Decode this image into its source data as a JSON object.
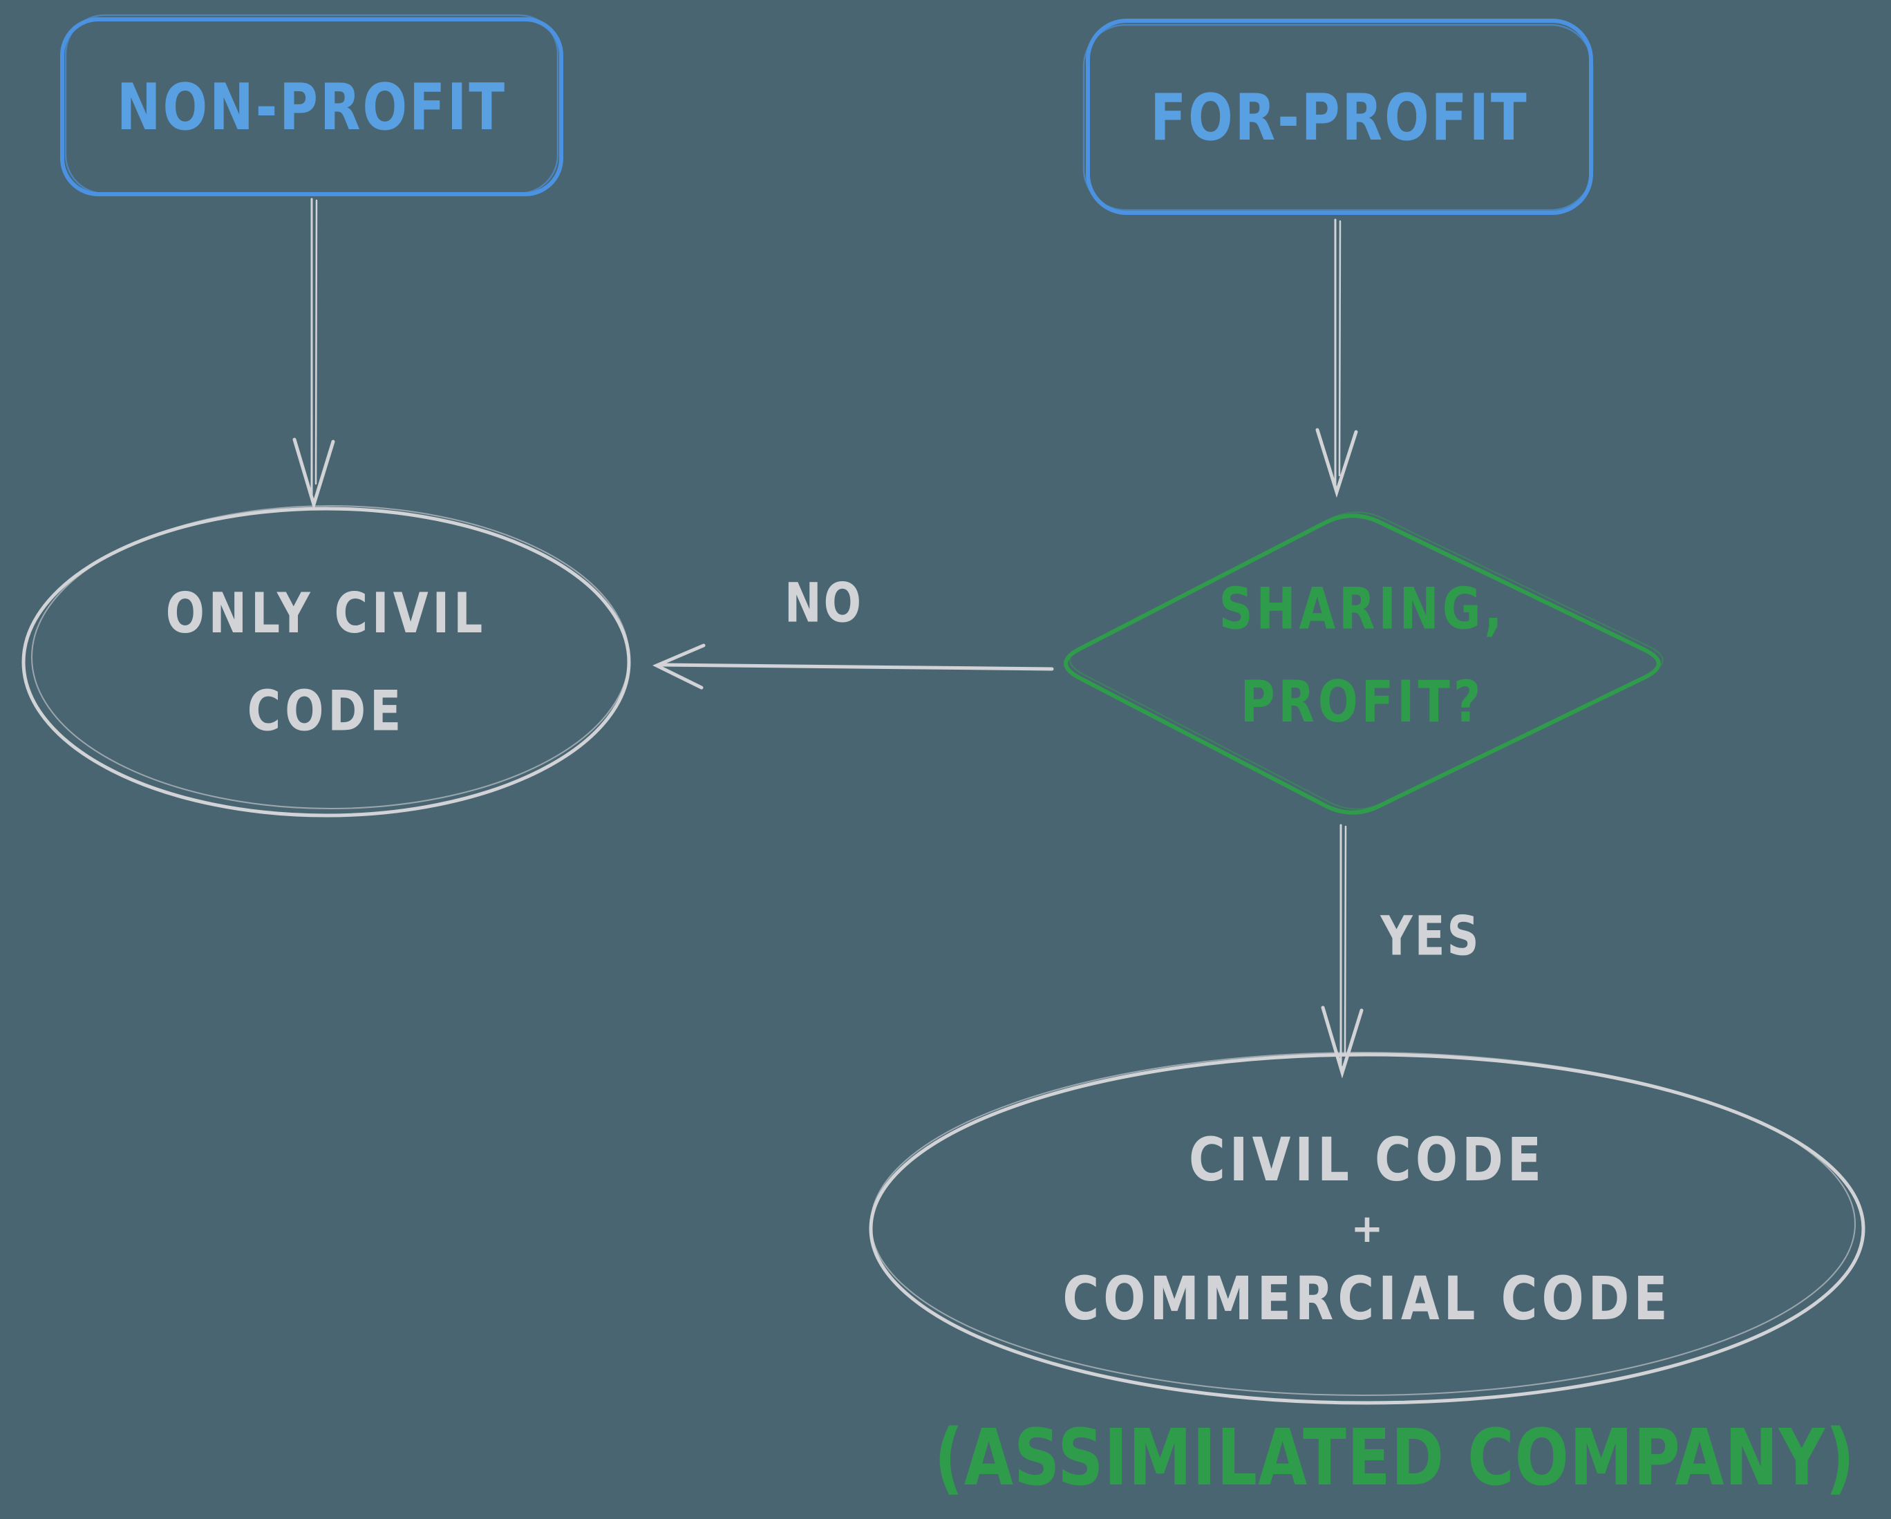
{
  "background": "#4a6572",
  "colors": {
    "node_stroke_blue": "#4b93e2",
    "node_text_blue": "#58a0e2",
    "sketch_gray": "#d2d3d6",
    "sketch_green": "#2f9c4b"
  },
  "nodes": {
    "non_profit": {
      "label": "NON-PROFIT"
    },
    "for_profit": {
      "label": "FOR-PROFIT"
    },
    "only_civil_code": {
      "label": "ONLY CIVIL\nCODE"
    },
    "sharing_profit": {
      "label": "SHARING,\nPROFIT?"
    },
    "civil_commercial": {
      "line1": "CIVIL CODE",
      "plus": "+",
      "line2": "COMMERCIAL CODE"
    }
  },
  "edges": {
    "no": {
      "label": "NO"
    },
    "yes": {
      "label": "YES"
    }
  },
  "caption": {
    "label": "(ASSIMILATED COMPANY)"
  }
}
